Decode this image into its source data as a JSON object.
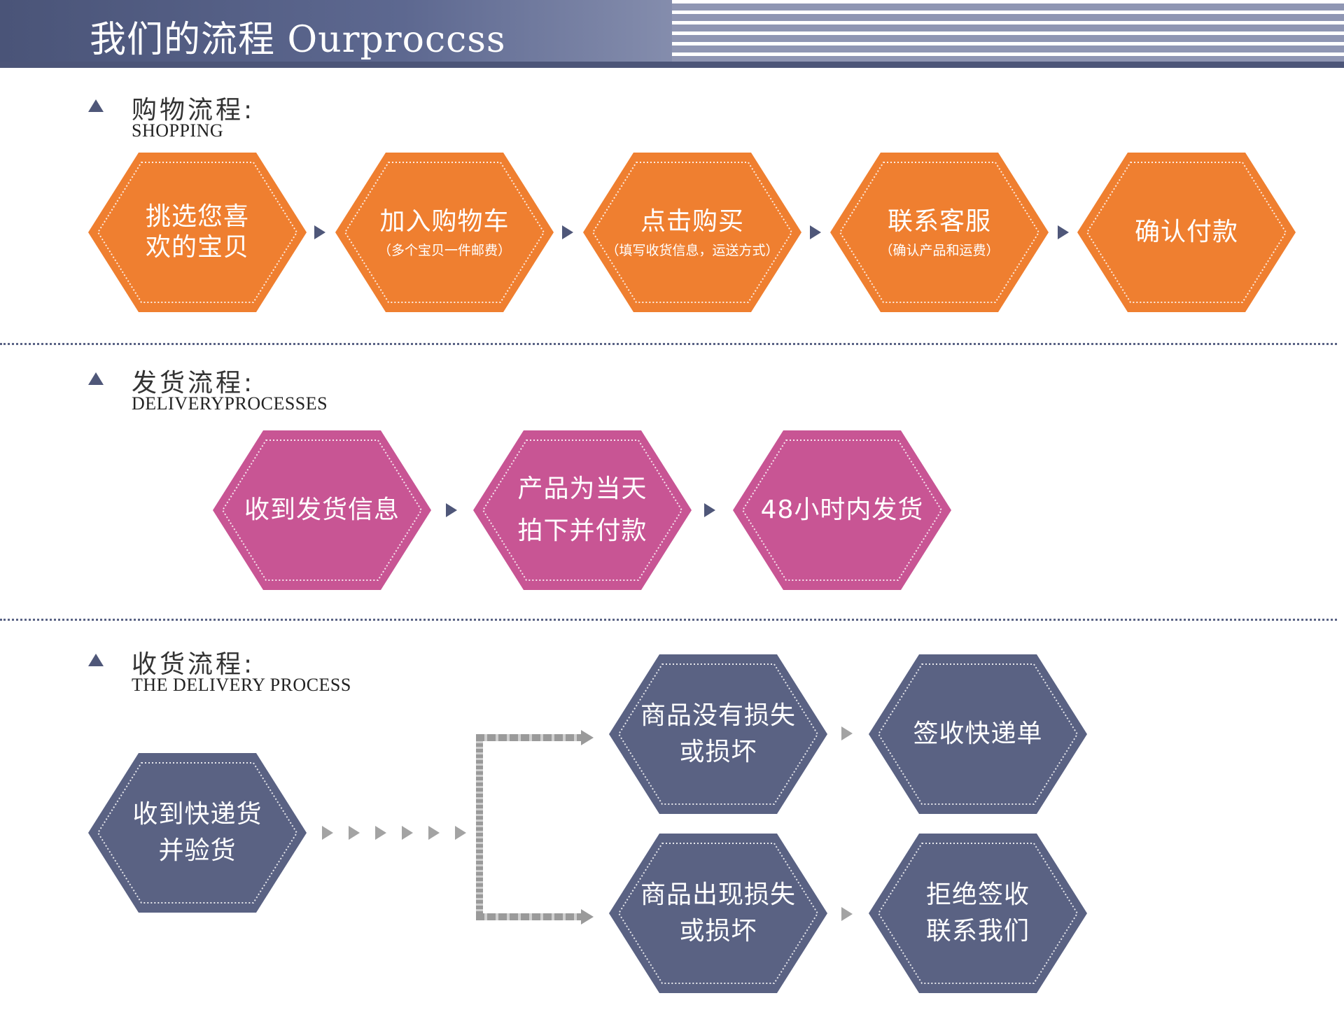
{
  "header": {
    "title": "我们的流程   Ourproccss"
  },
  "shopping": {
    "title": "购物流程:",
    "subtitle": "SHOPPING",
    "steps": [
      {
        "main": "挑选您喜\n欢的宝贝",
        "sub": ""
      },
      {
        "main": "加入购物车",
        "sub": "（多个宝贝一件邮费）"
      },
      {
        "main": "点击购买",
        "sub": "（填写收货信息，运送方式）"
      },
      {
        "main": "联系客服",
        "sub": "（确认产品和运费）"
      },
      {
        "main": "确认付款",
        "sub": ""
      }
    ]
  },
  "delivery": {
    "title": "发货流程:",
    "subtitle": "DELIVERYPROCESSES",
    "steps": [
      {
        "main": "收到发货信息"
      },
      {
        "main": "产品为当天\n拍下并付款"
      },
      {
        "main": "48小时内发货"
      }
    ]
  },
  "receiving": {
    "title": "收货流程:",
    "subtitle": "THE DELIVERY PROCESS",
    "start": {
      "main": "收到快递货\n并验货"
    },
    "ok_branch": [
      {
        "main": "商品没有损失\n或损坏"
      },
      {
        "main": "签收快递单"
      }
    ],
    "damaged_branch": [
      {
        "main": "商品出现损失\n或损坏"
      },
      {
        "main": "拒绝签收\n联系我们"
      }
    ]
  },
  "colors": {
    "orange": "#ef7f30",
    "magenta": "#c85594",
    "slate": "#5a6283",
    "navy": "#4f5779"
  },
  "icons": [
    "triangle-bullet-icon",
    "arrow-right-icon",
    "hexagon-step"
  ]
}
